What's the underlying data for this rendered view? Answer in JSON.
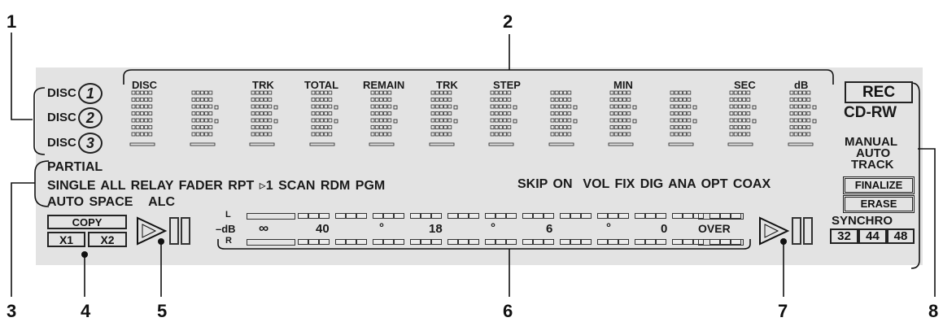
{
  "callouts": [
    "1",
    "2",
    "3",
    "4",
    "5",
    "6",
    "7",
    "8"
  ],
  "disc_labels": [
    {
      "text": "DISC",
      "num": "1"
    },
    {
      "text": "DISC",
      "num": "2"
    },
    {
      "text": "DISC",
      "num": "3"
    }
  ],
  "segment_labels": [
    "DISC",
    "TRK",
    "TOTAL",
    "REMAIN",
    "TRK",
    "STEP",
    "MIN",
    "SEC",
    "dB"
  ],
  "right_panel": {
    "rec": "REC",
    "cdrw": "CD-RW",
    "manual": "MANUAL",
    "auto": "AUTO",
    "track": "TRACK",
    "finalize": "FINALIZE",
    "erase": "ERASE",
    "synchro": "SYNCHRO",
    "rates": [
      "32",
      "44",
      "48"
    ]
  },
  "mode_row": {
    "partial": "PARTIAL",
    "row1_left": "SINGLE ALL RELAY FADER RPT",
    "row1_arrow": "▹1",
    "row1_mid": "SCAN RDM PGM",
    "row1_right": "SKIP ON  VOL FIX DIG ANA OPT COAX",
    "row2": "AUTO SPACE   ALC"
  },
  "copy_panel": {
    "copy": "COPY",
    "x1": "X1",
    "x2": "X2"
  },
  "meter": {
    "l": "L",
    "db": "–dB",
    "r": "R",
    "scale": [
      "∞",
      "40",
      "°",
      "18",
      "°",
      "6",
      "°",
      "0",
      "OVER"
    ]
  }
}
